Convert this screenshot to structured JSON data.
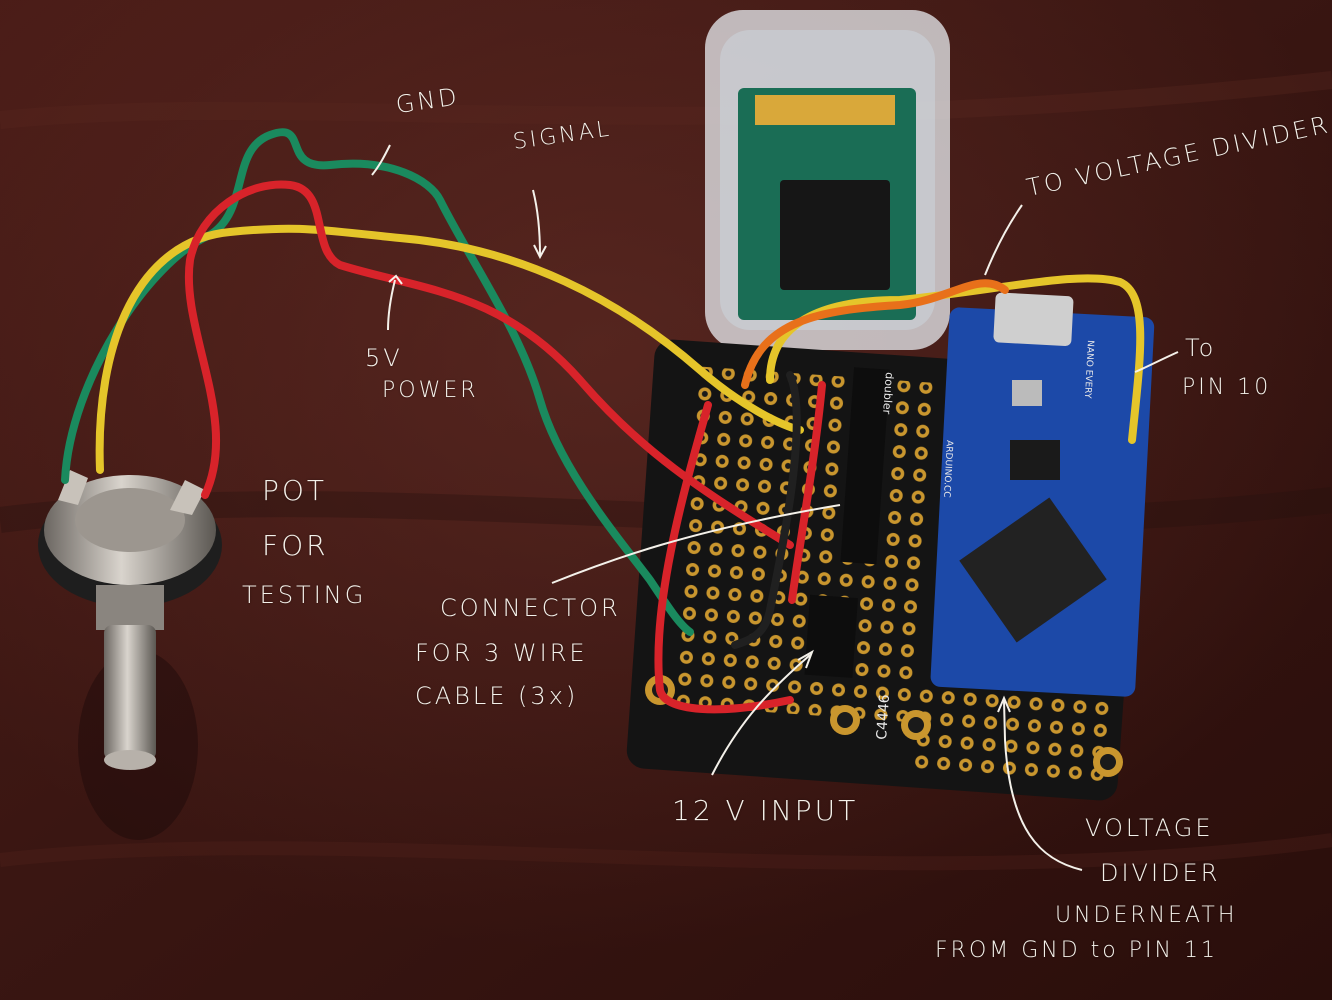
{
  "annotations": {
    "gnd": "GND",
    "signal": "SIGNAL",
    "to_voltage_divider": "TO VOLTAGE DIVIDER",
    "power": [
      "5V",
      "POWER"
    ],
    "to_pin": [
      "To",
      "PIN 10"
    ],
    "pot": [
      "POT",
      "FOR",
      "TESTING"
    ],
    "connector": [
      "CONNECTOR",
      "FOR 3 WIRE",
      "CABLE (3x)"
    ],
    "input_12v": "12 V INPUT",
    "voltage_divider": [
      "VOLTAGE",
      "DIVIDER",
      "UNDERNEATH",
      "FROM GND to PIN 11"
    ]
  },
  "board_silkscreen": {
    "doubler_label": "doubler",
    "part_label": "C4446",
    "arduino_label": "ARDUINO.CC",
    "nano_label": "NANO EVERY"
  },
  "colors": {
    "table": "#3a1612",
    "wire_green": "#1a8a5e",
    "wire_yellow": "#e5c52a",
    "wire_red": "#d8232a",
    "wire_orange": "#e8701a",
    "pcb_black": "#151515",
    "arduino_blue": "#1c49a8",
    "annotation_white": "#f4f1ea"
  }
}
